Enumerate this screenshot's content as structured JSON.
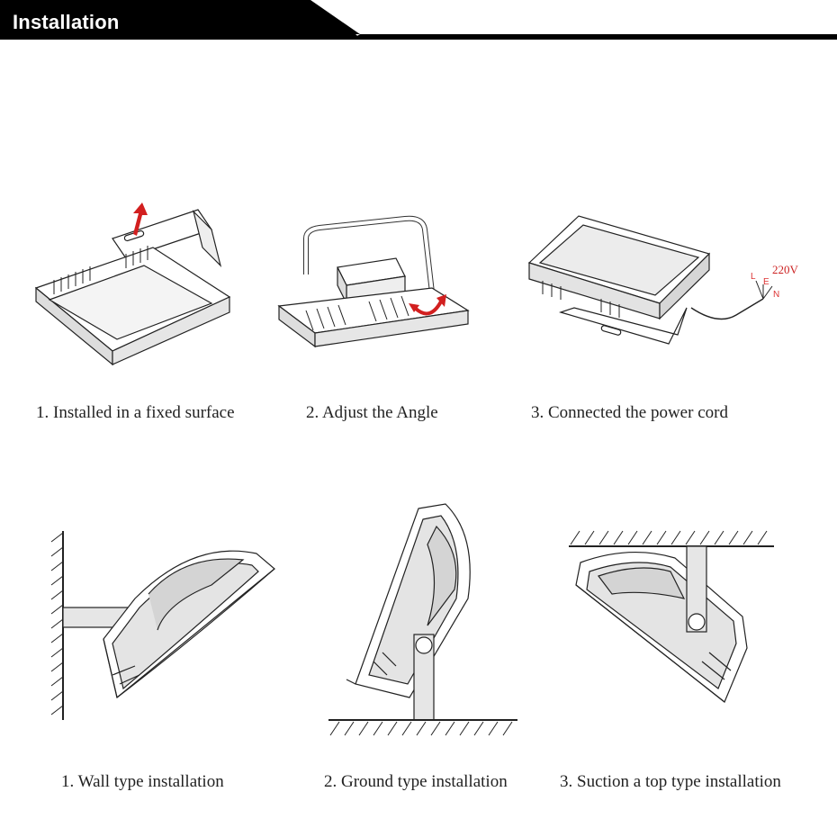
{
  "header": {
    "title": "Installation"
  },
  "colors": {
    "banner": "#000000",
    "line": "#222222",
    "fill": "#d9d9d9",
    "arrow": "#d21f1f"
  },
  "steps": [
    {
      "caption": "1. Installed in a fixed surface"
    },
    {
      "caption": "2. Adjust the Angle"
    },
    {
      "caption": "3. Connected the power cord"
    }
  ],
  "wiring": {
    "voltage": "220V",
    "l": "L",
    "e": "E",
    "n": "N"
  },
  "modes": [
    {
      "caption": "1. Wall type installation"
    },
    {
      "caption": "2. Ground type installation"
    },
    {
      "caption": "3. Suction a top type installation"
    }
  ]
}
